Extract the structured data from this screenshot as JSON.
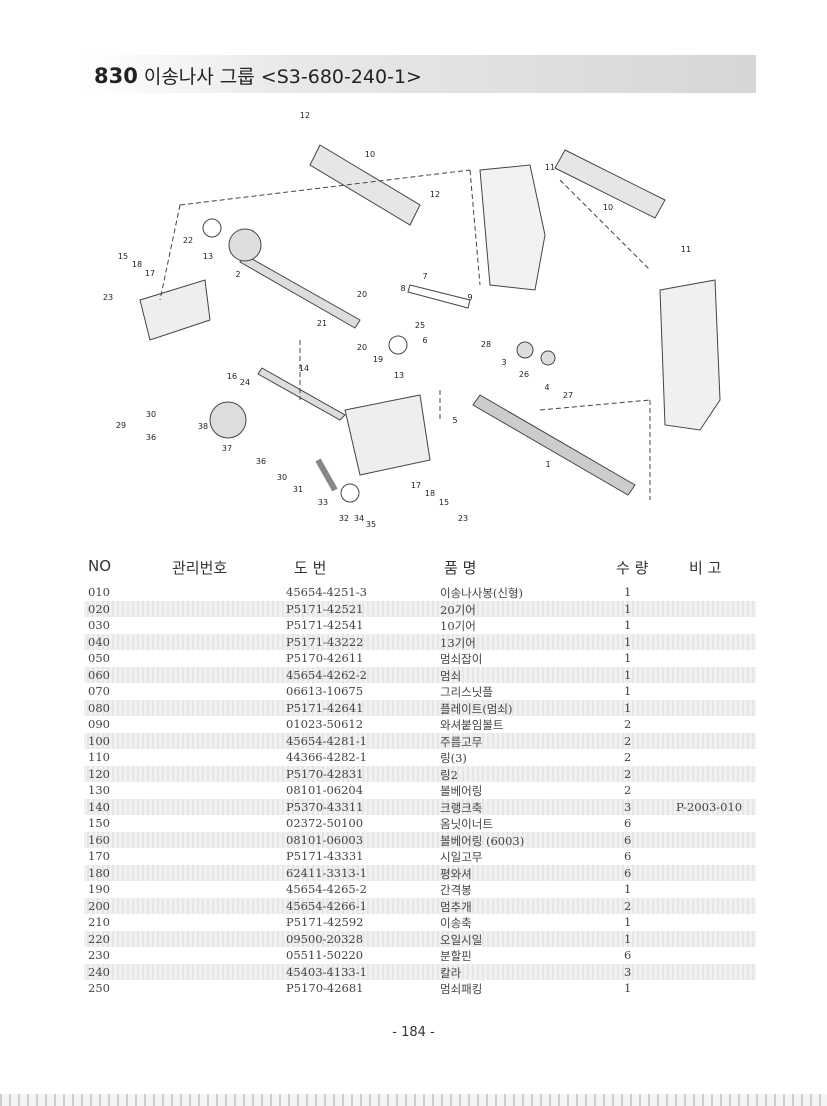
{
  "header": {
    "section_no": "830",
    "title": "이송나사 그룹 <S3-680-240-1>"
  },
  "diagram": {
    "callouts": [
      "12",
      "10",
      "12",
      "11",
      "10",
      "11",
      "22",
      "13",
      "2",
      "15",
      "18",
      "17",
      "23",
      "20",
      "21",
      "8",
      "7",
      "9",
      "25",
      "6",
      "20",
      "19",
      "13",
      "28",
      "3",
      "26",
      "4",
      "27",
      "16",
      "24",
      "14",
      "30",
      "29",
      "36",
      "38",
      "37",
      "36",
      "30",
      "31",
      "33",
      "32",
      "34",
      "35",
      "17",
      "18",
      "15",
      "23",
      "5",
      "1"
    ]
  },
  "table": {
    "headers": {
      "no": "NO",
      "mgmt": "관리번호",
      "drawing": "도    번",
      "name": "품    명",
      "qty": "수 량",
      "remark": "비   고"
    },
    "rows": [
      {
        "no": "010",
        "part": "45654-4251-3",
        "name": "이송나사봉(신형)",
        "qty": "1",
        "remark": ""
      },
      {
        "no": "020",
        "part": "P5171-42521",
        "name": "20기어",
        "qty": "1",
        "remark": ""
      },
      {
        "no": "030",
        "part": "P5171-42541",
        "name": "10기어",
        "qty": "1",
        "remark": ""
      },
      {
        "no": "040",
        "part": "P5171-43222",
        "name": "13기어",
        "qty": "1",
        "remark": ""
      },
      {
        "no": "050",
        "part": "P5170-42611",
        "name": "멈쇠잡이",
        "qty": "1",
        "remark": ""
      },
      {
        "no": "060",
        "part": "45654-4262-2",
        "name": "멈쇠",
        "qty": "1",
        "remark": ""
      },
      {
        "no": "070",
        "part": "06613-10675",
        "name": "그리스닛플",
        "qty": "1",
        "remark": ""
      },
      {
        "no": "080",
        "part": "P5171-42641",
        "name": "플레이트(멈쇠)",
        "qty": "1",
        "remark": ""
      },
      {
        "no": "090",
        "part": "01023-50612",
        "name": "와셔붙임볼트",
        "qty": "2",
        "remark": ""
      },
      {
        "no": "100",
        "part": "45654-4281-1",
        "name": "주름고무",
        "qty": "2",
        "remark": ""
      },
      {
        "no": "110",
        "part": "44366-4282-1",
        "name": "링(3)",
        "qty": "2",
        "remark": ""
      },
      {
        "no": "120",
        "part": "P5170-42831",
        "name": "링2",
        "qty": "2",
        "remark": ""
      },
      {
        "no": "130",
        "part": "08101-06204",
        "name": "볼베어링",
        "qty": "2",
        "remark": ""
      },
      {
        "no": "140",
        "part": "P5370-43311",
        "name": "크랭크축",
        "qty": "3",
        "remark": "P-2003-010"
      },
      {
        "no": "150",
        "part": "02372-50100",
        "name": "옴닛이너트",
        "qty": "6",
        "remark": ""
      },
      {
        "no": "160",
        "part": "08101-06003",
        "name": "볼베어링 (6003)",
        "qty": "6",
        "remark": ""
      },
      {
        "no": "170",
        "part": "P5171-43331",
        "name": "시일고무",
        "qty": "6",
        "remark": ""
      },
      {
        "no": "180",
        "part": "62411-3313-1",
        "name": "평와셔",
        "qty": "6",
        "remark": ""
      },
      {
        "no": "190",
        "part": "45654-4265-2",
        "name": "간격봉",
        "qty": "1",
        "remark": ""
      },
      {
        "no": "200",
        "part": "45654-4266-1",
        "name": "멈추개",
        "qty": "2",
        "remark": ""
      },
      {
        "no": "210",
        "part": "P5171-42592",
        "name": "이송축",
        "qty": "1",
        "remark": ""
      },
      {
        "no": "220",
        "part": "09500-20328",
        "name": "오일시일",
        "qty": "1",
        "remark": ""
      },
      {
        "no": "230",
        "part": "05511-50220",
        "name": "분할핀",
        "qty": "6",
        "remark": ""
      },
      {
        "no": "240",
        "part": "45403-4133-1",
        "name": "칼라",
        "qty": "3",
        "remark": ""
      },
      {
        "no": "250",
        "part": "P5170-42681",
        "name": "멈쇠패킹",
        "qty": "1",
        "remark": ""
      }
    ]
  },
  "footer": {
    "page": "- 184 -"
  }
}
